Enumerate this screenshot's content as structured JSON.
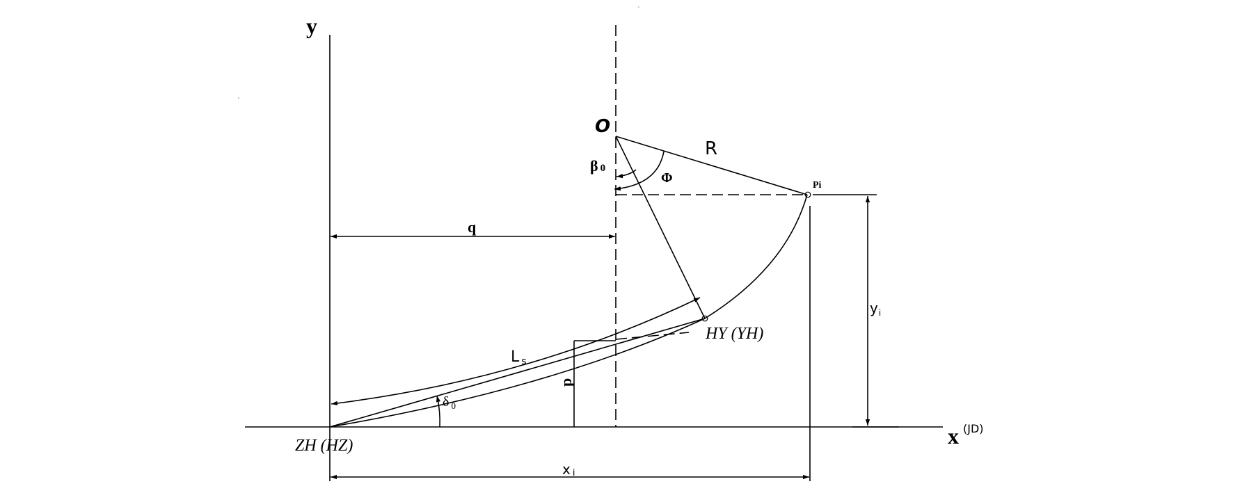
{
  "diagram": {
    "axes": {
      "y": "y",
      "x": "x",
      "x_suffix": "(JD)"
    },
    "points": {
      "center": "O",
      "arc_point": "Pi",
      "spiral_start": "ZH (HZ)",
      "spiral_end": "HY (YH)"
    },
    "labels": {
      "radius": "R",
      "beta": "β",
      "beta_sub": "0",
      "phi": "Φ",
      "q": "q",
      "spiral_length": "L",
      "spiral_length_sub": "s",
      "p": "p",
      "delta": "δ",
      "delta_sub": "0",
      "xi": "x",
      "xi_sub": "i",
      "yi": "y",
      "yi_sub": "i"
    }
  }
}
